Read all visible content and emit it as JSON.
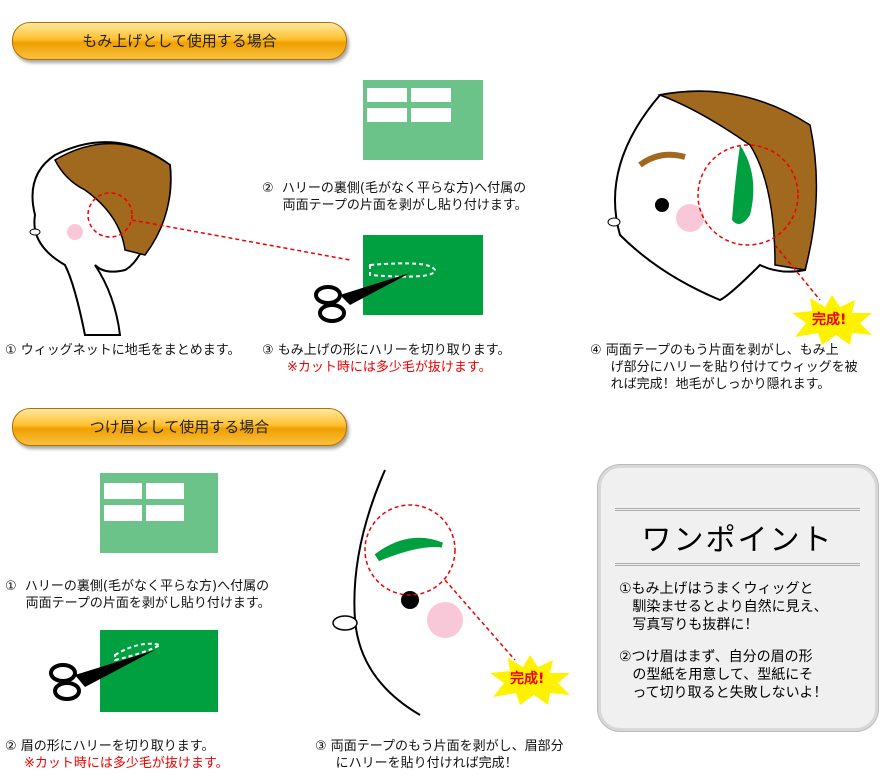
{
  "section1": {
    "title": "もみ上げとして使用する場合",
    "step1": "① ウィッグネットに地毛をまとめます。",
    "step2": "②  ハリーの裏側(毛がなく平らな方)へ付属の\n     両面テープの片面を剥がし貼り付けます。",
    "step3": "③ もみ上げの形にハリーを切り取ります。",
    "step3_note": "※カット時には多少毛が抜けます。",
    "step4": "④ 両面テープのもう片面を剥がし、もみ上\n     げ部分にハリーを貼り付けてウィッグを被\n     れば完成！地毛がしっかり隠れます。",
    "done_badge": "完成!"
  },
  "section2": {
    "title": "つけ眉として使用する場合",
    "step1": "①  ハリーの裏側(毛がなく平らな方)へ付属の\n     両面テープの片面を剥がし貼り付けます。",
    "step2": "② 眉の形にハリーを切り取ります。",
    "step2_note": "※カット時には多少毛が抜けます。",
    "step3": "③ 両面テープのもう片面を剥がし、眉部分\n     にハリーを貼り付ければ完成！",
    "done_badge": "完成!"
  },
  "onepoint": {
    "title": "ワンポイント",
    "tip1": "①もみ上げはうまくウィッグと\n   馴染ませるとより自然に見え、\n   写真写りも抜群に！",
    "tip2": "②つけ眉はまず、自分の眉の形\n   の型紙を用意して、型紙にそ\n   って切り取ると失敗しないよ！"
  },
  "colors": {
    "light_green": "#6cc38a",
    "dark_green": "#00a040",
    "hair": "#a0691e",
    "red": "#e00000",
    "banner": "#f5b020"
  }
}
